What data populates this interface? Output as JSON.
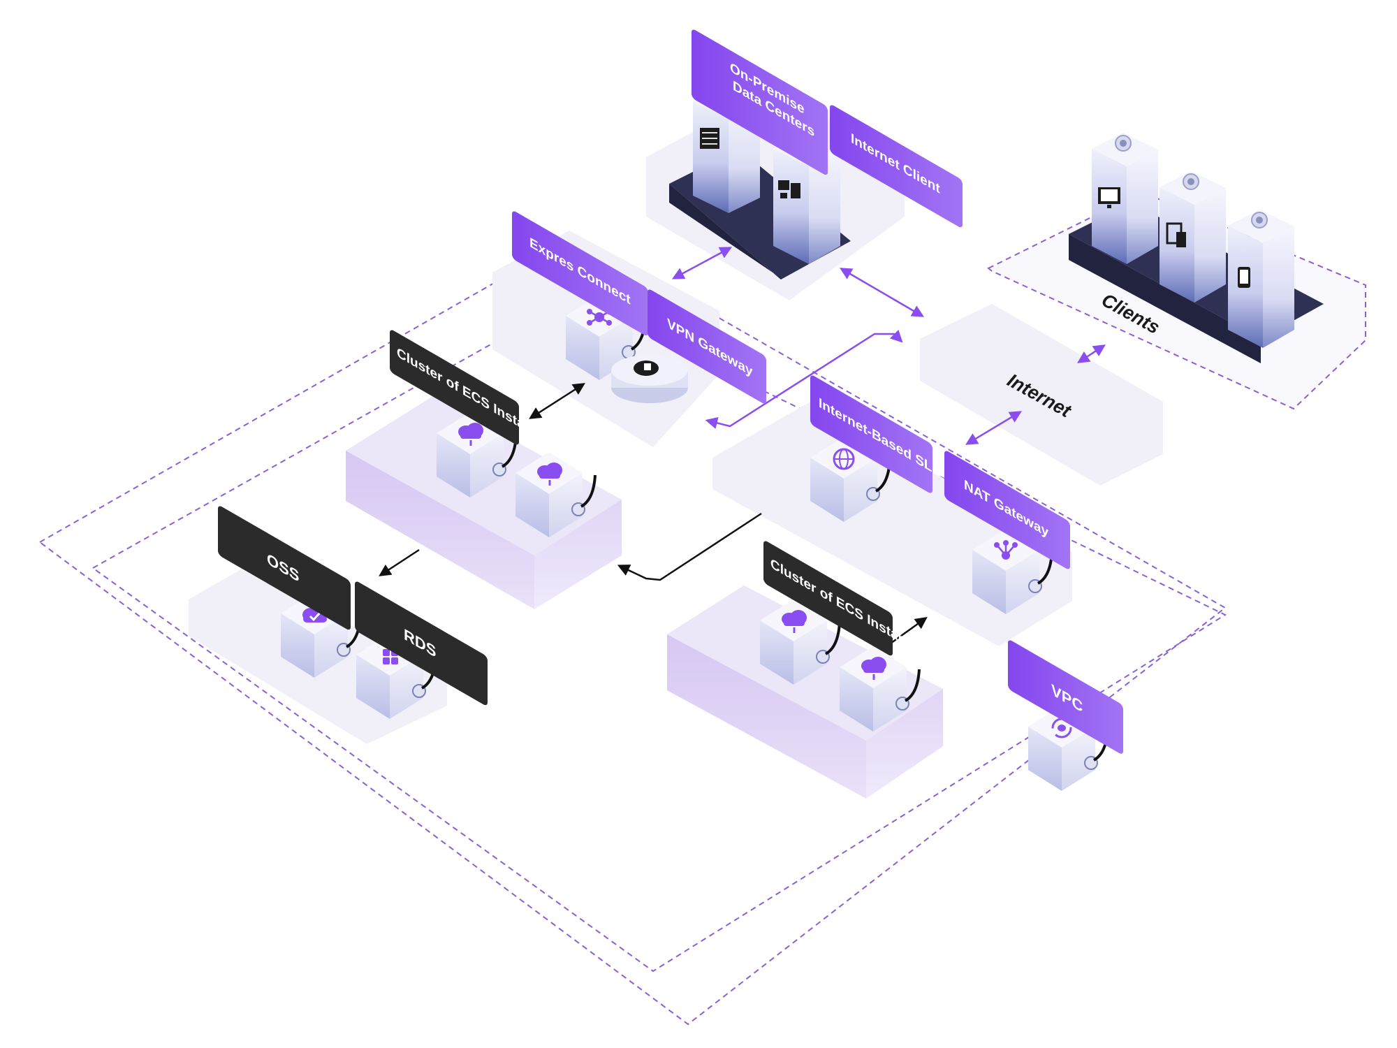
{
  "labels": {
    "on_premise_line1": "On-Premise",
    "on_premise_line2": "Data Centers",
    "internet_client": "Internet Client",
    "express_connect": "Expres Connect",
    "vpn_gateway": "VPN Gateway",
    "cluster_ecs_1": "Cluster of ECS Instances",
    "internet_slb": "Internet-Based SLB",
    "nat_gateway": "NAT Gateway",
    "oss": "OSS",
    "rds": "RDS",
    "cluster_ecs_2": "Cluster of ECS Instances",
    "vpc": "VPC",
    "internet": "Internet",
    "clients": "Clients"
  },
  "icons": {
    "on_premise": "server-rack-icon",
    "internet_client": "workstation-icon",
    "express_connect": "hub-network-icon",
    "vpn_gateway": "gateway-lock-icon",
    "ecs": "cloud-server-icon",
    "slb": "globe-balancer-icon",
    "nat": "nat-network-icon",
    "oss": "cloud-check-icon",
    "rds": "database-grid-icon",
    "vpc": "cloud-refresh-icon",
    "monitor": "monitor-icon",
    "tablet": "devices-icon",
    "phone": "phone-icon"
  },
  "colors": {
    "purple": "#8a4df0",
    "purple_light": "#a57cf5",
    "dark_label": "#2b2b2b",
    "platform": "#f1eff7",
    "dashed": "#8a5fd6"
  }
}
